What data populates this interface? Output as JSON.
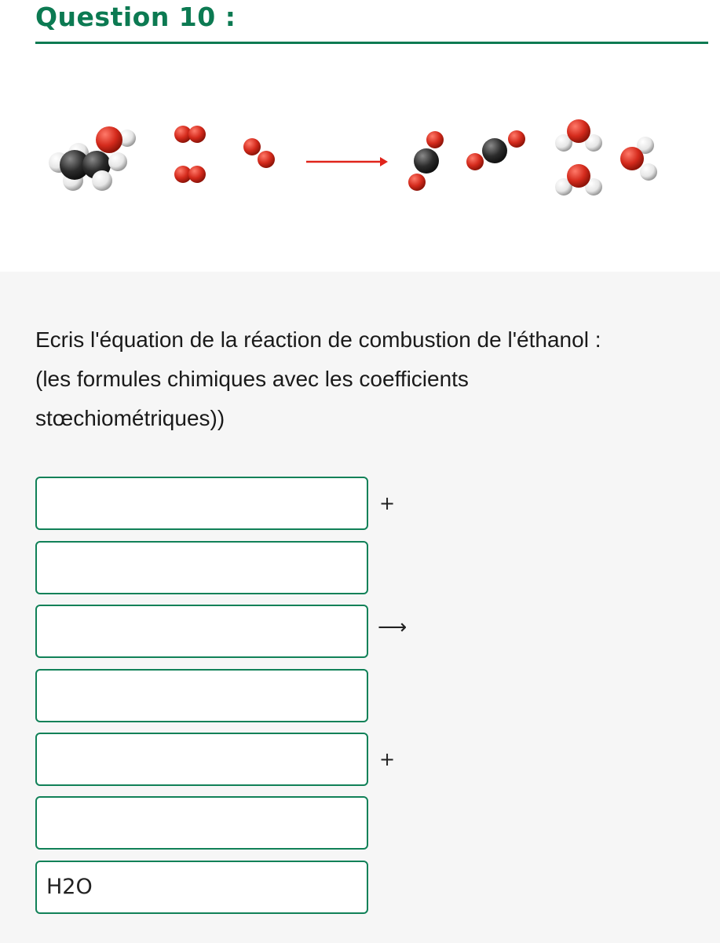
{
  "question": {
    "title": "Question 10 :"
  },
  "image": {
    "reaction_arrow_color": "#e0241b",
    "atom_colors": {
      "carbon": "#2c2c2c",
      "oxygen": "#d42a1c",
      "hydrogen": "#e6e6e6"
    },
    "reactants": [
      "ethanol-molecule",
      "o2-molecule",
      "o2-molecule",
      "o2-molecule"
    ],
    "products": [
      "co2-molecule",
      "co2-molecule",
      "h2o-molecule",
      "h2o-molecule",
      "h2o-molecule"
    ]
  },
  "instructions": {
    "line1": "Ecris l'équation de la réaction de combustion de l'éthanol :",
    "line2": "(les formules chimiques avec les coefficients",
    "line3": "stœchiométriques))"
  },
  "answers": [
    {
      "value": "",
      "operator": "+"
    },
    {
      "value": "",
      "operator": ""
    },
    {
      "value": "",
      "operator": "⟶"
    },
    {
      "value": "",
      "operator": ""
    },
    {
      "value": "",
      "operator": "+"
    },
    {
      "value": "",
      "operator": ""
    },
    {
      "value": "H2O",
      "operator": ""
    }
  ]
}
